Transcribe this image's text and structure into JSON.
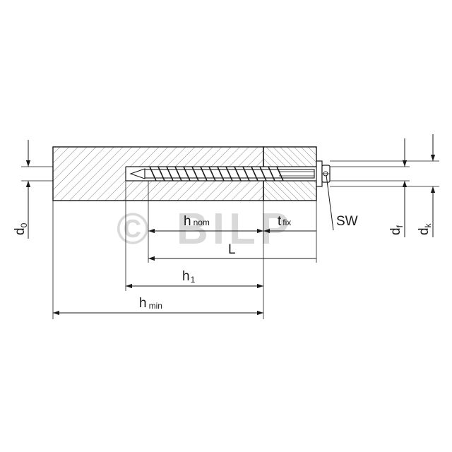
{
  "watermark": {
    "symbol": "©",
    "text": "BILP"
  },
  "labels": {
    "d0": {
      "main": "d",
      "sub": "0"
    },
    "hnom": {
      "main": "h",
      "sub": "nom"
    },
    "tfix": {
      "main": "t",
      "sub": "fix"
    },
    "sw": "SW",
    "L": "L",
    "h1": {
      "main": "h",
      "sub": "1"
    },
    "hmin": {
      "main": "h",
      "sub": "min"
    },
    "df": {
      "main": "d",
      "sub": "f"
    },
    "dk": {
      "main": "d",
      "sub": "k"
    }
  },
  "colors": {
    "line": "#1a1a1a",
    "hatch": "#555555",
    "watermark": "#d9d9d9",
    "background": "#ffffff"
  }
}
